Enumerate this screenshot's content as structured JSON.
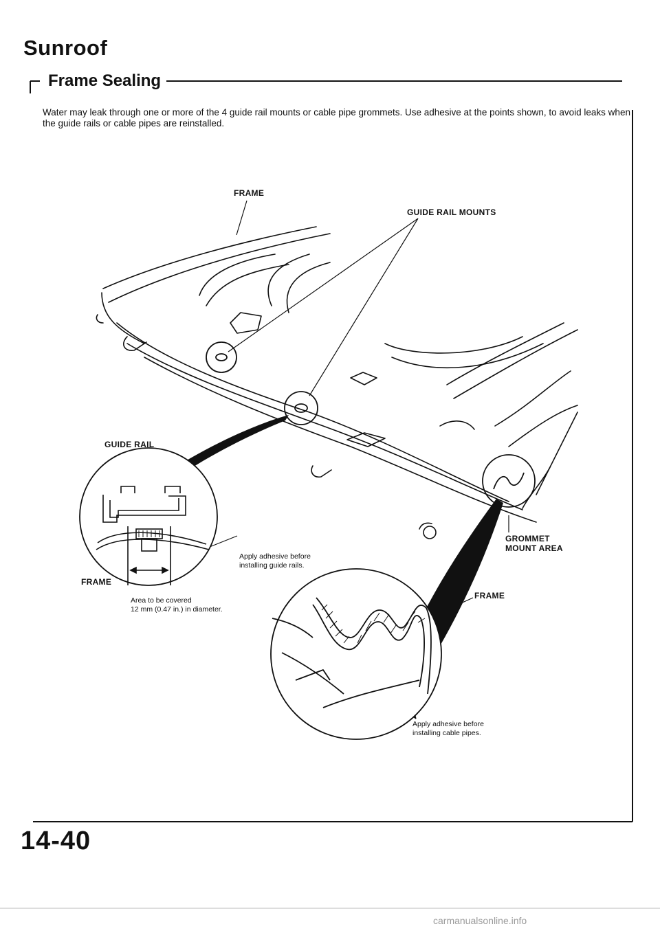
{
  "header": {
    "title": "Sunroof"
  },
  "section": {
    "title": "Frame Sealing",
    "intro": "Water may leak through one or more of the 4 guide rail mounts or cable pipe grommets. Use adhesive at the points shown, to avoid leaks when the guide rails or cable pipes are reinstalled."
  },
  "illustration": {
    "labels": {
      "frame_top": "FRAME",
      "guide_rail_mounts": "GUIDE RAIL MOUNTS",
      "guide_rail": "GUIDE RAIL",
      "frame_left": "FRAME",
      "grommet_line1": "GROMMET",
      "grommet_line2": "MOUNT AREA",
      "frame_right": "FRAME"
    },
    "notes": {
      "rail_adhesive_line1": "Apply adhesive before",
      "rail_adhesive_line2": "installing guide rails.",
      "area_line1": "Area to be covered",
      "area_line2": "12 mm (0.47 in.) in diameter.",
      "pipe_adhesive_line1": "Apply adhesive before",
      "pipe_adhesive_line2": "installing cable pipes."
    }
  },
  "footer": {
    "page_number": "14-40",
    "watermark": "carmanualsonline.info"
  }
}
